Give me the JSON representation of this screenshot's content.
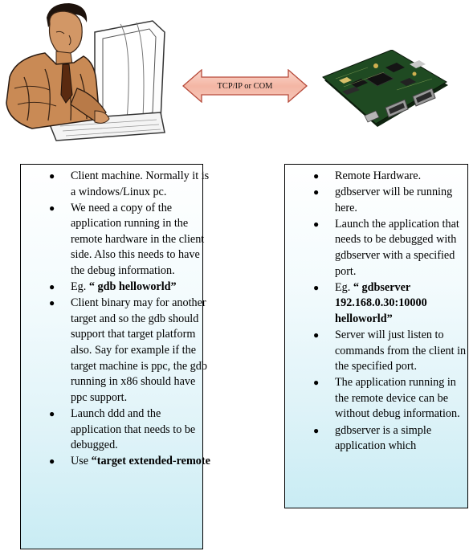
{
  "arrow": {
    "label": "TCP/IP or COM"
  },
  "client": {
    "items": [
      {
        "text": "Client machine. Normally it is a windows/Linux pc."
      },
      {
        "text": "We need a copy of the application running in the remote hardware in the client side. Also this needs to have the debug information."
      },
      {
        "prefix": "Eg. ",
        "bold": "“ gdb helloworld”"
      },
      {
        "text": "Client binary may for another target and so the gdb should support that target platform also. Say for example if the target machine is ppc, the gdb running in x86 should have ppc support."
      },
      {
        "text": "Launch ddd and the application that needs to be debugged."
      },
      {
        "prefix": "Use ",
        "bold": "“target extended-remote"
      }
    ]
  },
  "server": {
    "items": [
      {
        "text": "Remote Hardware."
      },
      {
        "text": "gdbserver will be running here."
      },
      {
        "text": "Launch the application that needs to be debugged with gdbserver with a specified port."
      },
      {
        "prefix": "Eg. ",
        "bold": "“ gdbserver 192.168.0.30:10000 helloworld”"
      },
      {
        "text": "Server will just listen to commands from the client in the specified port."
      },
      {
        "text": "The application running in the remote device can be without debug information."
      },
      {
        "text": "gdbserver is a simple application which"
      }
    ]
  },
  "colors": {
    "arrow_fill": "#f4b6a4",
    "arrow_stroke": "#b64a3a",
    "panel_top": "#ffffff",
    "panel_bottom": "#c9ecf4",
    "skin": "#c98a55",
    "hair": "#1d120c",
    "board": "#1b3a1b"
  },
  "icons": {
    "client": "person-at-computer-icon",
    "hardware": "circuit-board-icon"
  }
}
